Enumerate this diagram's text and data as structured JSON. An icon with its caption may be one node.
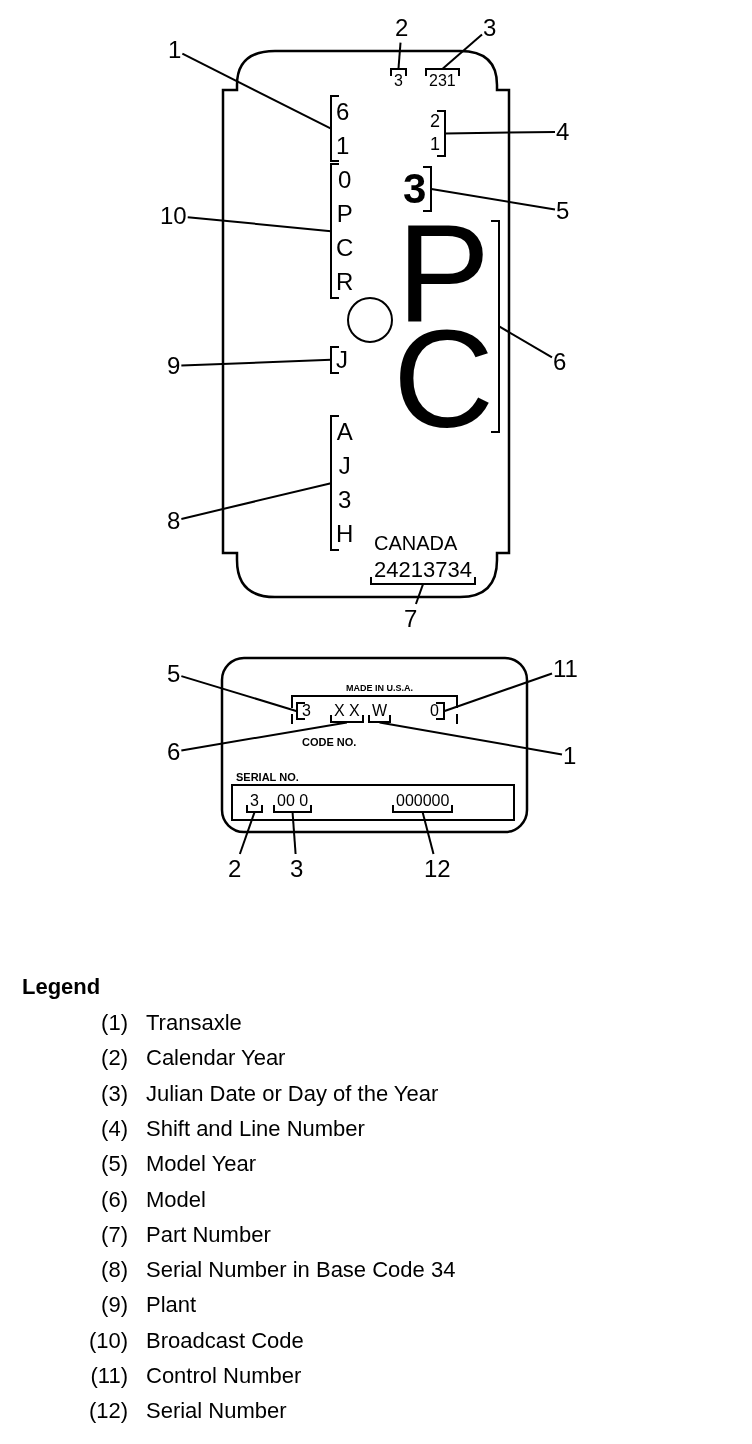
{
  "diagram": {
    "nodes": [
      {
        "text": [
          "1"
        ]
      },
      {
        "text": [
          "6 1"
        ]
      },
      {
        "text": [
          "2"
        ]
      },
      {
        "text": [
          "3"
        ]
      },
      {
        "text": [
          "3"
        ]
      },
      {
        "text": [
          "231"
        ]
      },
      {
        "text": [
          "4"
        ]
      },
      {
        "text": [
          "2 1"
        ]
      },
      {
        "text": [
          "5"
        ]
      },
      {
        "text": [
          "3"
        ]
      },
      {
        "text": [
          "6"
        ]
      },
      {
        "text": [
          "P C"
        ]
      },
      {
        "text": [
          "7"
        ]
      },
      {
        "text": [
          "24213734"
        ]
      },
      {
        "text": [
          "8"
        ]
      },
      {
        "text": [
          "A J 3 H"
        ]
      },
      {
        "text": [
          "9"
        ]
      },
      {
        "text": [
          "J"
        ]
      },
      {
        "text": [
          "10"
        ]
      },
      {
        "text": [
          "0 P C R"
        ]
      },
      {
        "text": [
          "5"
        ]
      },
      {
        "text": [
          "3"
        ]
      },
      {
        "text": [
          "11"
        ]
      },
      {
        "text": [
          "0"
        ]
      },
      {
        "text": [
          "6"
        ]
      },
      {
        "text": [
          "X X"
        ]
      },
      {
        "text": [
          "1"
        ]
      },
      {
        "text": [
          "W"
        ]
      },
      {
        "text": [
          "2"
        ]
      },
      {
        "text": [
          "3"
        ]
      },
      {
        "text": [
          "3"
        ]
      },
      {
        "text": [
          "00 0"
        ]
      },
      {
        "text": [
          "12"
        ]
      },
      {
        "text": [
          "000000"
        ]
      }
    ],
    "edges": [
      {
        "from": 0,
        "to": 1,
        "arrow": "none"
      },
      {
        "from": 2,
        "to": 3,
        "arrow": "none"
      },
      {
        "from": 4,
        "to": 5,
        "arrow": "none"
      },
      {
        "from": 6,
        "to": 7,
        "arrow": "none"
      },
      {
        "from": 8,
        "to": 9,
        "arrow": "none"
      },
      {
        "from": 10,
        "to": 11,
        "arrow": "none"
      },
      {
        "from": 12,
        "to": 13,
        "arrow": "none"
      },
      {
        "from": 14,
        "to": 15,
        "arrow": "none"
      },
      {
        "from": 16,
        "to": 17,
        "arrow": "none"
      },
      {
        "from": 18,
        "to": 19,
        "arrow": "none"
      },
      {
        "from": 20,
        "to": 21,
        "arrow": "none"
      },
      {
        "from": 22,
        "to": 23,
        "arrow": "none"
      },
      {
        "from": 24,
        "to": 25,
        "arrow": "none"
      },
      {
        "from": 26,
        "to": 27,
        "arrow": "none"
      },
      {
        "from": 28,
        "to": 29,
        "arrow": "none"
      },
      {
        "from": 30,
        "to": 31,
        "arrow": "none"
      },
      {
        "from": 32,
        "to": 33,
        "arrow": "none"
      }
    ],
    "labels": [
      "CANADA",
      "MADE IN U.S.A.",
      "CODE NO.",
      "SERIAL NO.",
      "Legend",
      "(1)",
      "Transaxle",
      "(2)",
      "Calendar Year",
      "(3)",
      "Julian Date or Day of the Year",
      "(4)",
      "Shift and Line Number",
      "(5)",
      "Model Year",
      "(6)",
      "Model",
      "(7)",
      "Part Number",
      "(8)",
      "Serial Number in Base Code 34",
      "(9)",
      "Plant",
      "(10)",
      "Broadcast Code",
      "(11)",
      "Control Number",
      "(12)",
      "Serial Number"
    ]
  }
}
